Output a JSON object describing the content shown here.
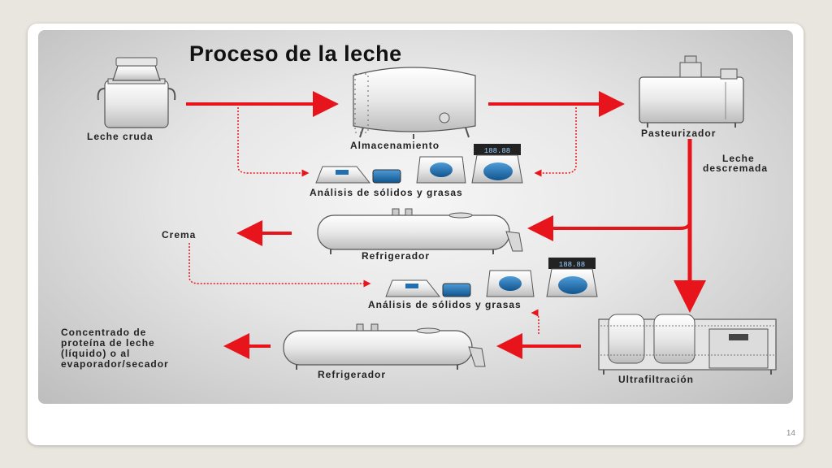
{
  "title": "Proceso de la leche",
  "labels": {
    "leche_cruda": "Leche cruda",
    "almacenamiento": "Almacenamiento",
    "pasteurizador": "Pasteurizador",
    "leche_descremada_1": "Leche",
    "leche_descremada_2": "descremada",
    "analisis_1": "Análisis de sólidos y grasas",
    "crema": "Crema",
    "refrigerador_1": "Refrigerador",
    "analisis_2": "Análisis de sólidos y grasas",
    "concentrado_1": "Concentrado de",
    "concentrado_2": "proteína de leche",
    "concentrado_3": "(líquido) o al",
    "concentrado_4": "evaporador/secador",
    "refrigerador_2": "Refrigerador",
    "ultrafiltracion": "Ultrafiltración"
  },
  "page_number": "14",
  "colors": {
    "arrow": "#e8141b",
    "equipment": "#f2f2f2",
    "accent_blue": "#1f6fb2"
  }
}
